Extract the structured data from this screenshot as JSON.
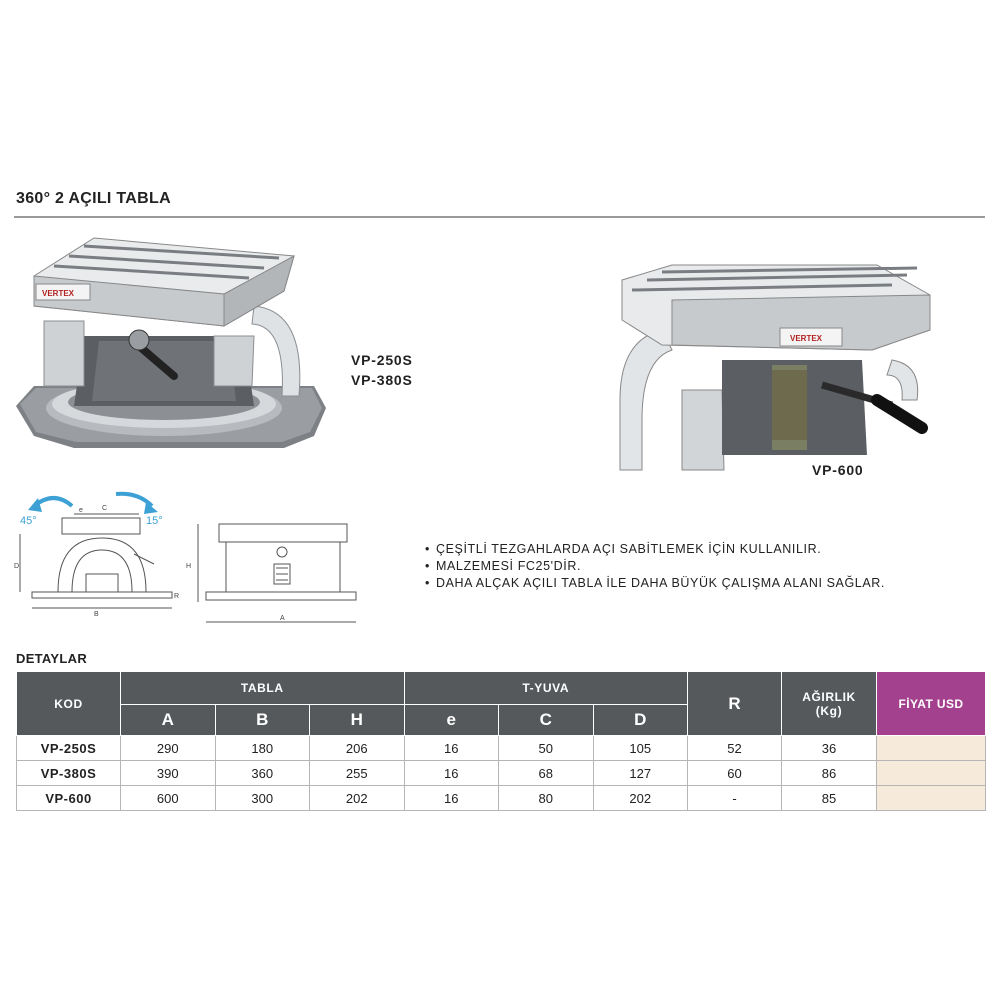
{
  "page_title": "360° 2 AÇILI TABLA",
  "products": {
    "left_labels": [
      "VP-250S",
      "VP-380S"
    ],
    "right_label": "VP-600",
    "brand": "VERTEX"
  },
  "diagram": {
    "angle_left": "45°",
    "angle_right": "15°",
    "dim_e": "e",
    "dim_c": "C",
    "dim_d": "D",
    "dim_b": "B",
    "dim_r": "R",
    "dim_h": "H",
    "dim_a": "A"
  },
  "features": [
    "ÇEŞİTLİ TEZGAHLARDA AÇI SABİTLEMEK İÇİN KULLANILIR.",
    "MALZEMESİ FC25'DİR.",
    "DAHA ALÇAK AÇILI TABLA İLE DAHA BÜYÜK ÇALIŞMA ALANI SAĞLAR."
  ],
  "details_title": "DETAYLAR",
  "table": {
    "kod": "KOD",
    "tabla": "TABLA",
    "tyuva": "T-YUVA",
    "r": "R",
    "agirlik": "AĞIRLIK",
    "agirlik_unit": "(Kg)",
    "fiyat": "FİYAT USD",
    "sub": [
      "A",
      "B",
      "H",
      "e",
      "C",
      "D"
    ],
    "rows": [
      {
        "kod": "VP-250S",
        "a": "290",
        "b": "180",
        "h": "206",
        "e": "16",
        "c": "50",
        "d": "105",
        "r": "52",
        "kg": "36",
        "price": ""
      },
      {
        "kod": "VP-380S",
        "a": "390",
        "b": "360",
        "h": "255",
        "e": "16",
        "c": "68",
        "d": "127",
        "r": "60",
        "kg": "86",
        "price": ""
      },
      {
        "kod": "VP-600",
        "a": "600",
        "b": "300",
        "h": "202",
        "e": "16",
        "c": "80",
        "d": "202",
        "r": "-",
        "kg": "85",
        "price": ""
      }
    ]
  },
  "colors": {
    "header_gray": "#55595c",
    "price_header": "#a4418e",
    "price_cell": "#f6eadb",
    "arrow_blue": "#3ea1d6"
  }
}
